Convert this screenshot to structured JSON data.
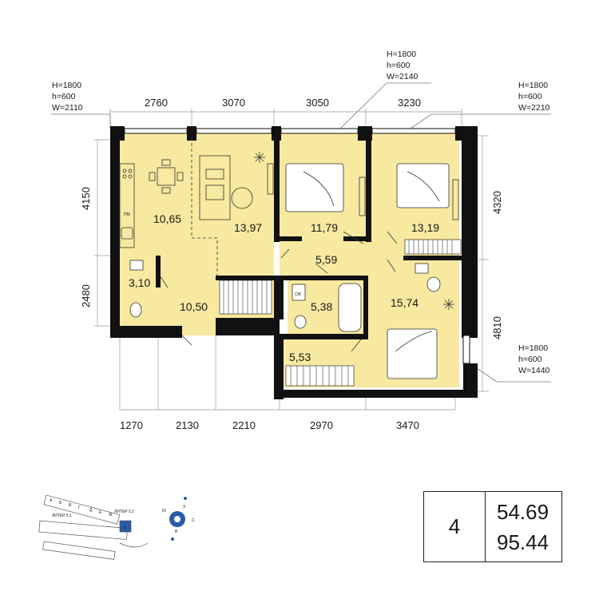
{
  "top_dims": [
    "2760",
    "3070",
    "3050",
    "3230"
  ],
  "bottom_dims": [
    "1270",
    "2130",
    "2210",
    "2970",
    "3470"
  ],
  "left_dims": [
    "4150",
    "2480"
  ],
  "right_dims": [
    "4320",
    "4810"
  ],
  "windows": [
    {
      "h_upper": "H=1800",
      "h_lower": "h=600",
      "w": "W=2110"
    },
    {
      "h_upper": "H=1800",
      "h_lower": "h=600",
      "w": "W=2140"
    },
    {
      "h_upper": "H=1800",
      "h_lower": "h=600",
      "w": "W=2210"
    },
    {
      "h_upper": "H=1800",
      "h_lower": "h=600",
      "w": "W=1440"
    }
  ],
  "rooms": {
    "kitchen": "10,65",
    "living": "13,97",
    "bedroom1": "11,79",
    "bedroom2": "13,19",
    "wc": "3,10",
    "hall": "10,50",
    "corridor": "5,59",
    "bathroom": "5,38",
    "bedroom3": "15,74",
    "storage": "5,53"
  },
  "fixture_labels": {
    "fridge": "ПМ",
    "washer": "СМ"
  },
  "summary": {
    "rooms_count": "4",
    "living_area": "54.69",
    "total_area": "95.44"
  },
  "location": {
    "liter_1": "ЛИТЕР 5.1",
    "liter_2": "ЛИТЕР 5.2",
    "highlight": "5",
    "section_letters": [
      "А",
      "Б",
      "В",
      "Г",
      "Д",
      "Е",
      "Ж"
    ]
  },
  "compass": {
    "n": "С",
    "s": "Ю",
    "e": "В",
    "w": "З"
  },
  "colors": {
    "room_fill": "#f7e9a0",
    "wall": "#111111",
    "wet_fill": "#ffffff",
    "accent_blue": "#2a5aa8"
  }
}
